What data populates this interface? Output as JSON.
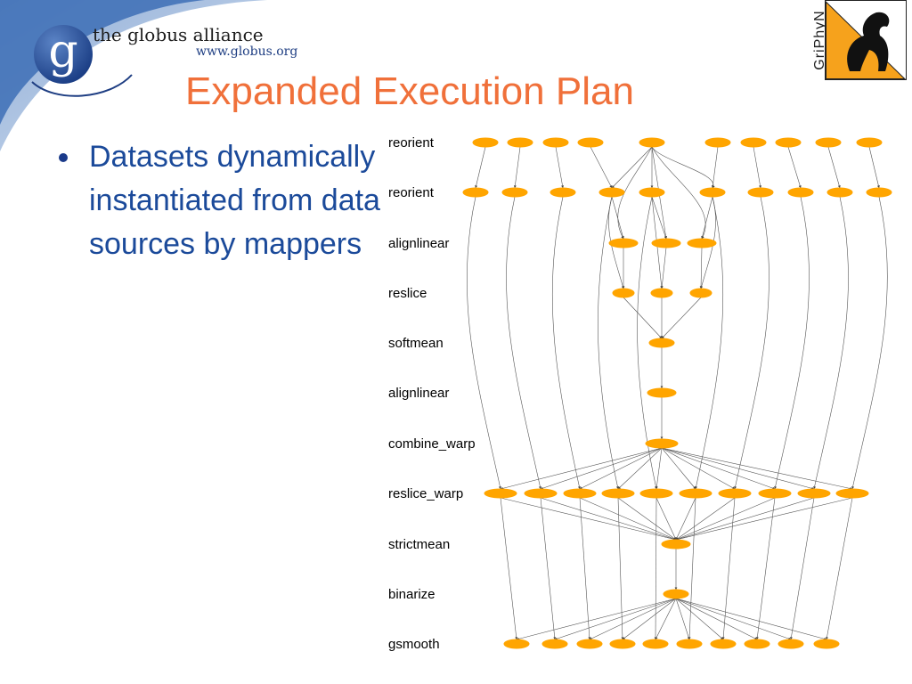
{
  "header": {
    "org_name": "the globus alliance",
    "org_url": "www.globus.org",
    "logo_letter": "g",
    "partner_logo_text": "GriPhyN"
  },
  "title": "Expanded Execution Plan",
  "bullets": [
    "Datasets dynamically instantiated from data sources by mappers"
  ],
  "colors": {
    "title": "#f0703a",
    "bullet_text": "#1b4a9a",
    "node_fill": "#ffa500",
    "edge": "#555555",
    "corner_band": "#3d6fb6"
  },
  "diagram": {
    "stages": [
      "reorient",
      "reorient",
      "alignlinear",
      "reslice",
      "softmean",
      "alignlinear",
      "combine_warp",
      "reslice_warp",
      "strictmean",
      "binarize",
      "gsmooth"
    ]
  }
}
